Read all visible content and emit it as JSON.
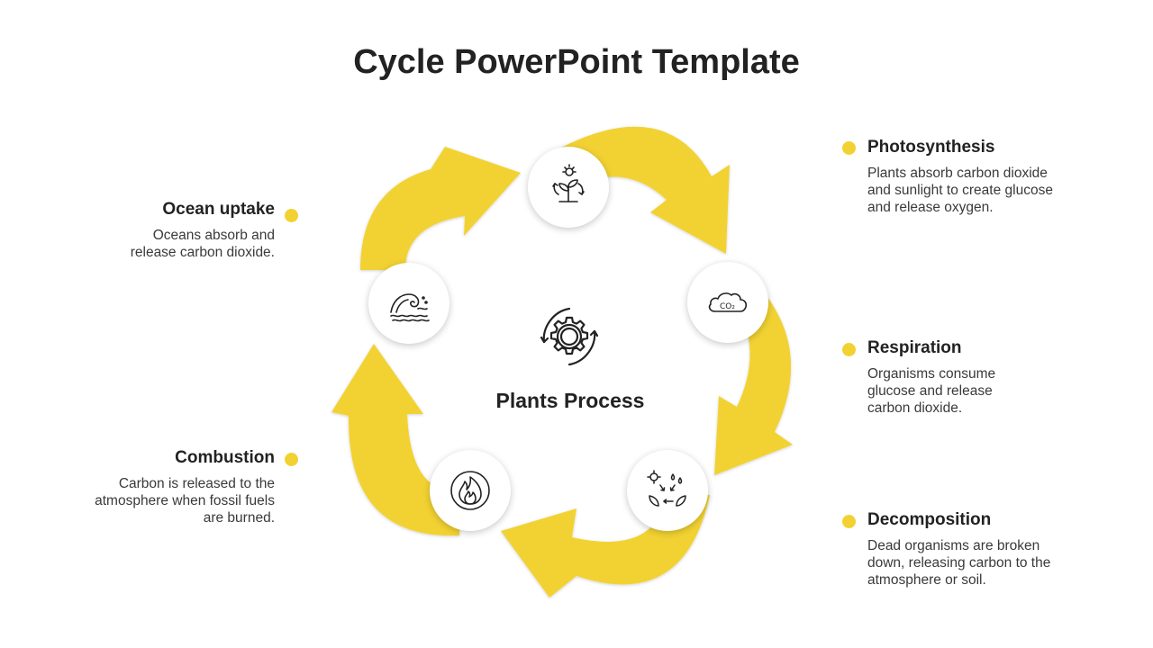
{
  "title": "Cycle PowerPoint Template",
  "center": {
    "label": "Plants Process",
    "icon": "gear-cycle-icon"
  },
  "colors": {
    "accent": "#F2D233",
    "text": "#222222",
    "body_text": "#3a3a3a"
  },
  "steps": [
    {
      "title": "Photosynthesis",
      "text": "Plants absorb carbon dioxide and sunlight to create glucose and release oxygen.",
      "icon": "plant-sun-icon"
    },
    {
      "title": "Respiration",
      "text": "Organisms consume glucose and release carbon dioxide.",
      "icon": "co2-cloud-icon"
    },
    {
      "title": "Decomposition",
      "text": "Dead organisms are broken down, releasing carbon to the atmosphere or soil.",
      "icon": "decomposition-cycle-icon"
    },
    {
      "title": "Combustion",
      "text": "Carbon is released to the atmosphere when fossil fuels are burned.",
      "icon": "fire-icon"
    },
    {
      "title": "Ocean uptake",
      "text": "Oceans absorb and release carbon dioxide.",
      "icon": "ocean-wave-icon"
    }
  ]
}
